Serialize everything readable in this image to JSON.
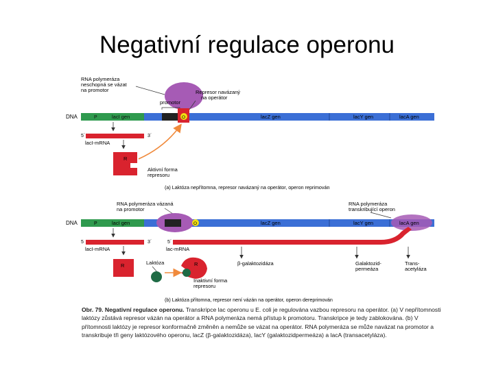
{
  "slide": {
    "title": "Negativní regulace operonu"
  },
  "panel_a": {
    "polymerase_label": [
      "RNA polymeráza",
      "neschopná se vázat",
      "na promotor"
    ],
    "repressor_bound_label": [
      "Represor navázaný",
      "na operátor"
    ],
    "promotor_label": "promotor",
    "dna_label": "DNA",
    "gene_p": "P",
    "gene_laci": "lacI gen",
    "operator": "O",
    "lacz": "lacZ gen",
    "lacy": "lacY gen",
    "laca": "lacA gen",
    "five_prime": "5´",
    "three_prime": "3´",
    "mrna": "lacI-mRNA",
    "repressor_letter": "R",
    "active_label": [
      "Aktivní forma",
      "represoru"
    ],
    "subcaption": "(a) Laktóza nepřítomna, represor navázaný na operátor, operon reprimován"
  },
  "panel_b": {
    "polymerase_label": [
      "RNA polymeráza vázaná",
      "na promotor"
    ],
    "transcribing_label": [
      "RNA polymeráza",
      "transkribující operon"
    ],
    "dna_label": "DNA",
    "gene_p": "P",
    "gene_laci": "lacI gen",
    "operator": "O",
    "lacz": "lacZ gen",
    "lacy": "lacY gen",
    "laca": "lacA gen",
    "five_prime": "5",
    "three_prime": "3´",
    "five_prime_b": "5´",
    "mrna": "lacI-mRNA",
    "lac_mrna": "lac-mRNA",
    "repressor_letter": "R",
    "lactose_label": "Laktóza",
    "inactive_label": [
      "Inaktivní forma",
      "represoru"
    ],
    "product_z": "β-galaktozidáza",
    "product_y": [
      "Galaktozid-",
      "permeáza"
    ],
    "product_a": [
      "Trans-",
      "acetyláza"
    ],
    "subcaption": "(b) Laktóza přítomna, represor není vázán na operátor, operon dereprimován"
  },
  "caption": {
    "lead": "Obr. 79. Negativní regulace operonu.",
    "body": "Transkripce lac operonu u E. coli je regulována vazbou represoru na operátor. (a) V nepřítomnosti laktózy zůstává represor vázán na operátor a RNA polymeráza nemá přístup k promotoru. Transkripce je tedy zablokována. (b) V přítomnosti laktózy je represor konformačně změněn a nemůže se vázat na operátor. RNA polymeráza se může navázat na promotor a transkribuje tři geny laktózového operonu, lacZ (β-galaktozidáza), lacY (galaktozidpermeáza) a lacA (transacetyláza)."
  },
  "colors": {
    "dna": "#3b6fd6",
    "laci": "#2f9a4e",
    "mrna": "#d9232e",
    "polymerase": "#a65bb5",
    "operator": "#f3e012",
    "arrow": "#f08a3c"
  }
}
